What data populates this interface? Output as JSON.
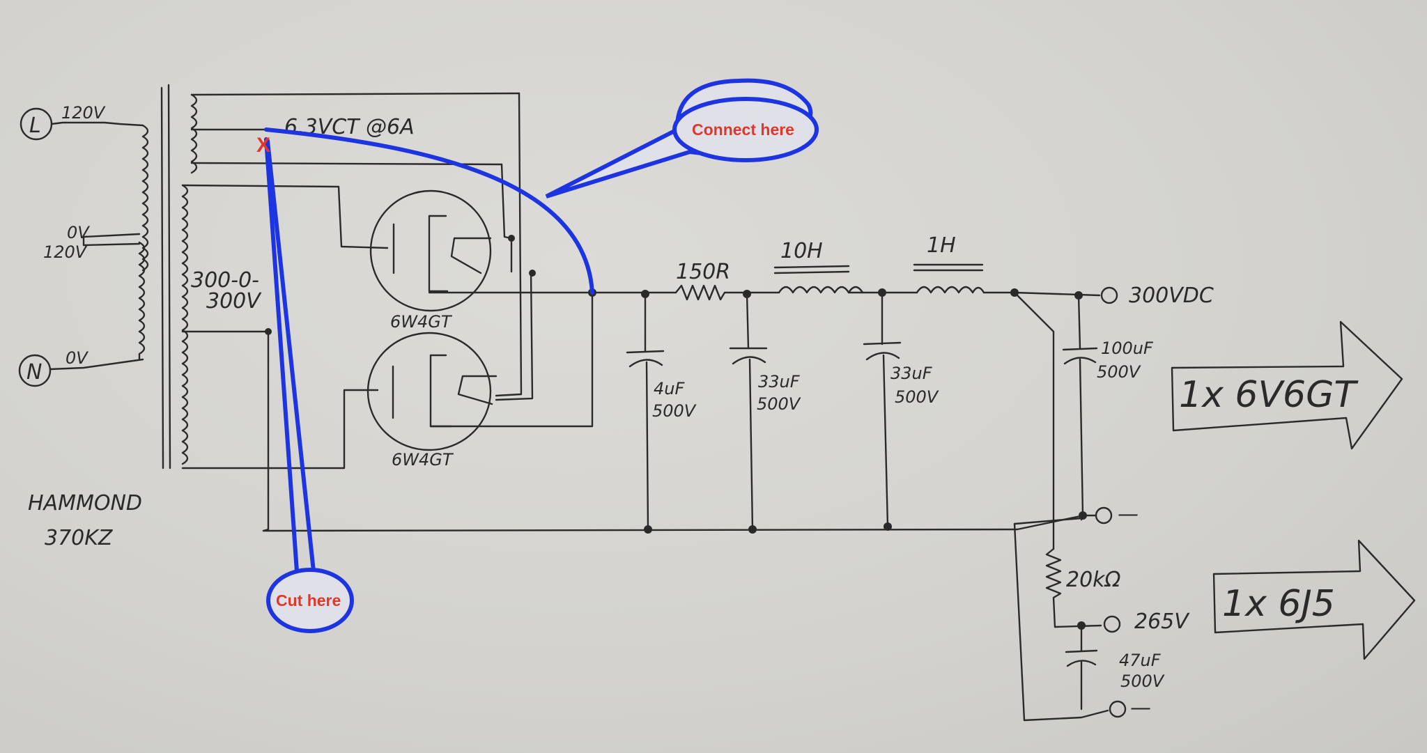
{
  "labels": {
    "line_terminal": "L",
    "neutral_terminal": "N",
    "primary_top_voltage": "120V",
    "primary_mid_0v": "0V",
    "primary_mid_120v": "120V",
    "primary_bottom_0v": "0V",
    "heater_winding": "6.3VCT @6A",
    "ht_winding_line1": "300-0-",
    "ht_winding_line2": "300V",
    "tube_upper": "6W4GT",
    "tube_lower": "6W4GT",
    "transformer_line1": "HAMMOND",
    "transformer_line2": "370KZ",
    "resistor_150r": "150R",
    "choke_10h": "10H",
    "choke_1h": "1H",
    "cap1_value": "4uF",
    "cap1_voltage": "500V",
    "cap2_value": "33uF",
    "cap2_voltage": "500V",
    "cap3_value": "33uF",
    "cap3_voltage": "500V",
    "cap4_value": "100uF",
    "cap4_voltage": "500V",
    "output_300": "300VDC",
    "output_gnd1": "—",
    "resistor_20k": "20kΩ",
    "output_265": "265V",
    "cap5_value": "47uF",
    "cap5_voltage": "500V",
    "output_gnd2": "—",
    "arrow1_label": "1x 6V6GT",
    "arrow2_label": "1x 6J5"
  },
  "annotations": {
    "connect_label": "Connect here",
    "cut_label": "Cut here",
    "cut_mark": "X"
  },
  "colors": {
    "annotation_blue": "#1d35e0",
    "annotation_red": "#e0372b",
    "ink": "#2a2a2a",
    "paper": "#d4d3cf"
  }
}
